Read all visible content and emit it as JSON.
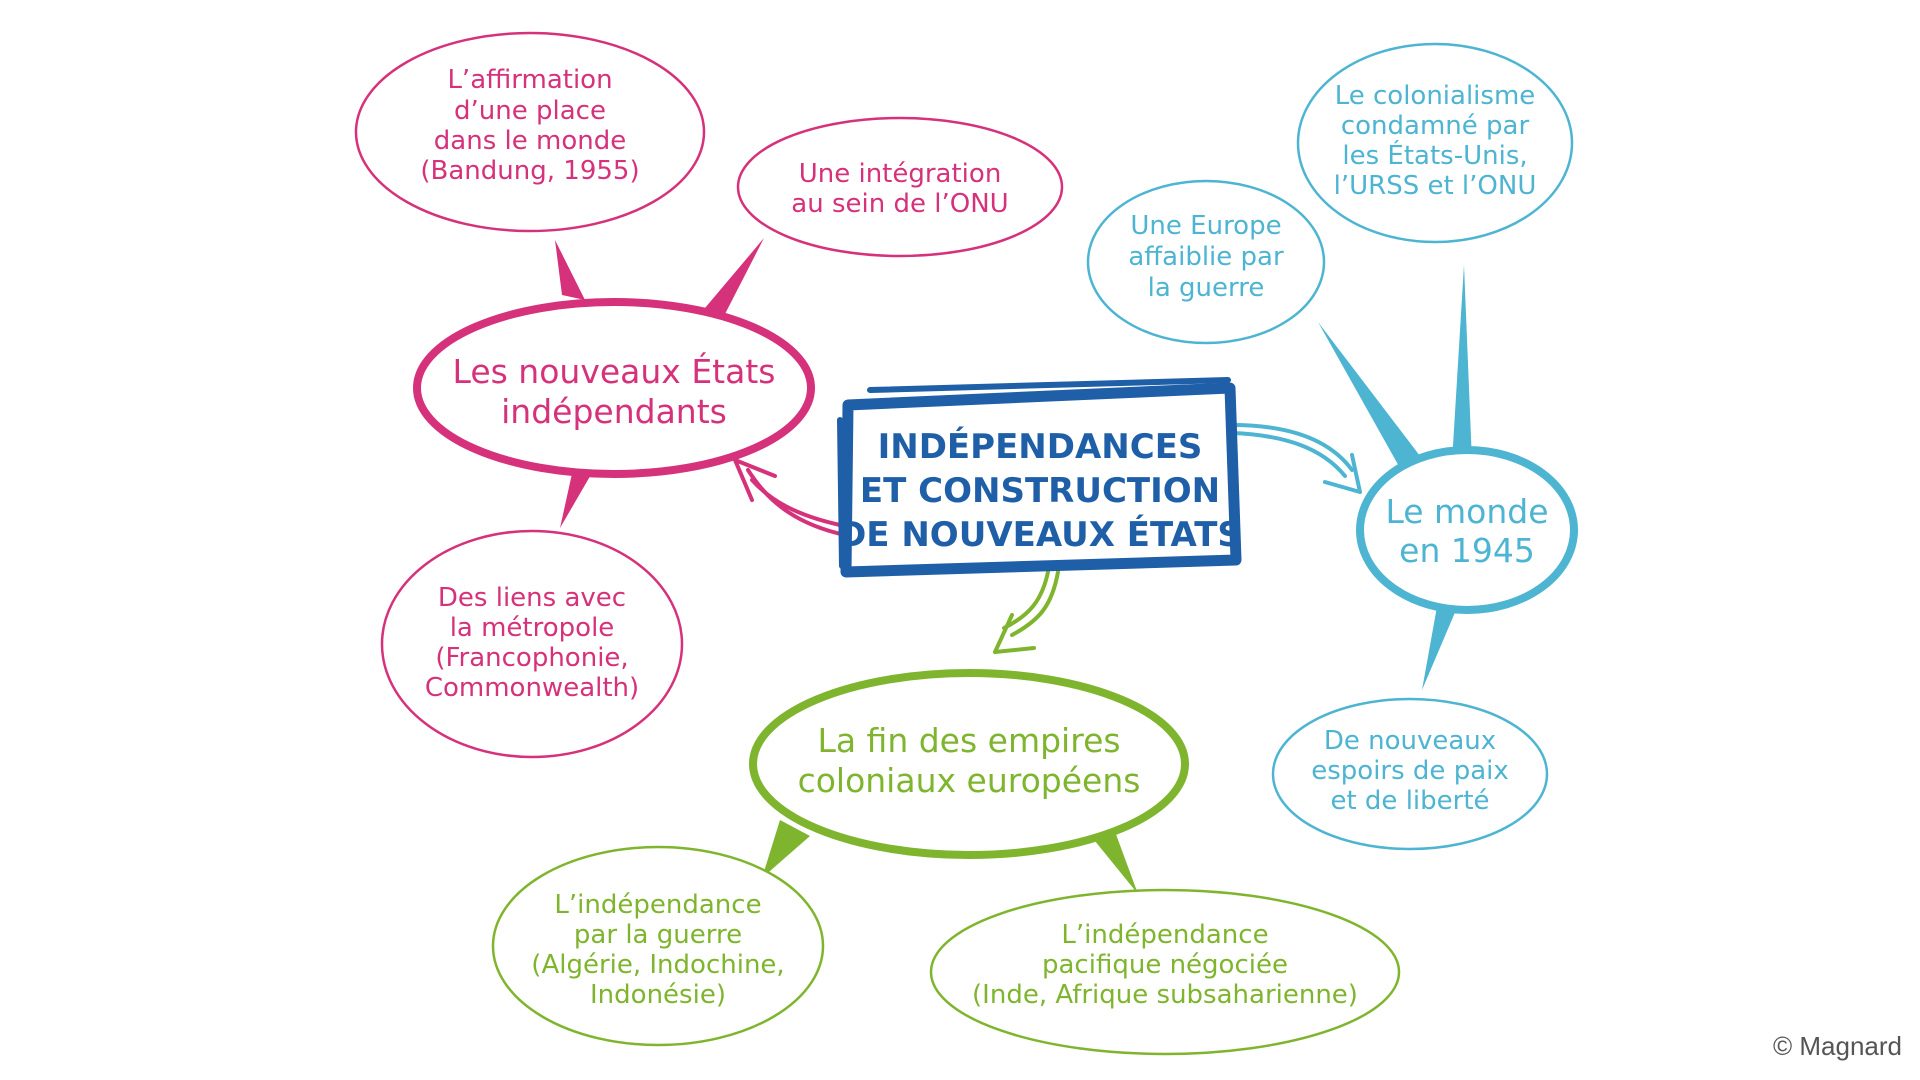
{
  "colors": {
    "pink": "#d6317b",
    "blue": "#4db4d2",
    "green": "#7fb52e",
    "title": "#1f5fa8"
  },
  "central": {
    "lines": [
      "INDÉPENDANCES",
      "ET CONSTRUCTION",
      "DE NOUVEAUX ÉTATS"
    ]
  },
  "pink_branch": {
    "hub": [
      "Les nouveaux États",
      "indépendants"
    ],
    "affirmation": [
      "L’affirmation",
      "d’une place",
      "dans le monde",
      "(Bandung, 1955)"
    ],
    "onu": [
      "Une intégration",
      "au sein de l’ONU"
    ],
    "liens": [
      "Des liens avec",
      "la métropole",
      "(Francophonie,",
      "Commonwealth)"
    ]
  },
  "blue_branch": {
    "hub": [
      "Le monde",
      "en 1945"
    ],
    "colonialisme": [
      "Le colonialisme",
      "condamné par",
      "les États-Unis,",
      "l’URSS et l’ONU"
    ],
    "europe": [
      "Une Europe",
      "affaiblie par",
      "la guerre"
    ],
    "espoirs": [
      "De nouveaux",
      "espoirs de paix",
      "et de liberté"
    ]
  },
  "green_branch": {
    "hub": [
      "La fin des empires",
      "coloniaux européens"
    ],
    "guerre": [
      "L’indépendance",
      "par la guerre",
      "(Algérie, Indochine,",
      "Indonésie)"
    ],
    "pacifique": [
      "L’indépendance",
      "pacifique négociée",
      "(Inde, Afrique subsaharienne)"
    ]
  },
  "copyright": "© Magnard"
}
